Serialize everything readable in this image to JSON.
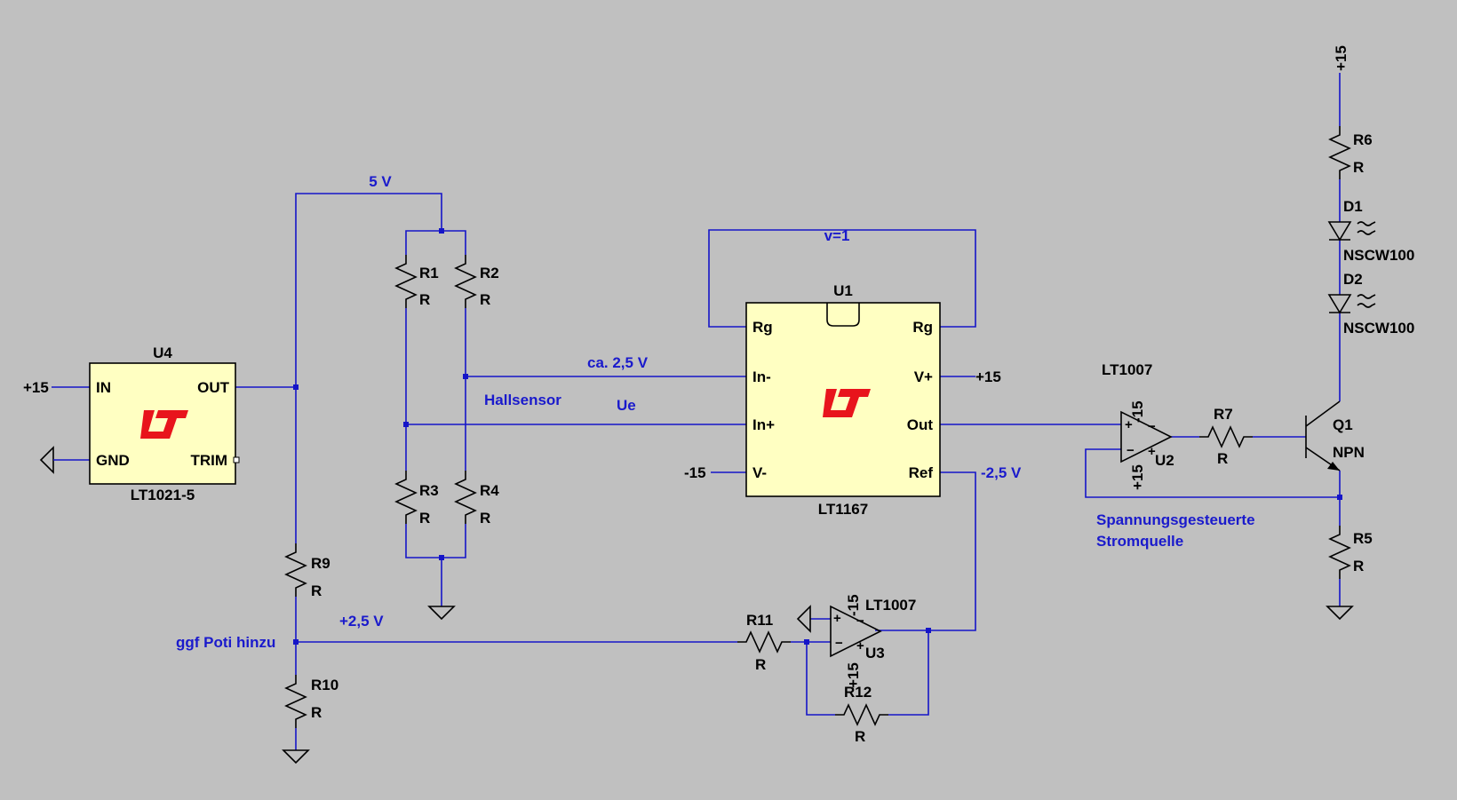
{
  "components": {
    "U4": {
      "ref": "U4",
      "part": "LT1021-5",
      "pin_in": "IN",
      "pin_out": "OUT",
      "pin_gnd": "GND",
      "pin_trim": "TRIM",
      "supply": "+15"
    },
    "U1": {
      "ref": "U1",
      "part": "LT1167",
      "pin_rg1": "Rg",
      "pin_rg2": "Rg",
      "pin_inm": "In-",
      "pin_inp": "In+",
      "pin_vm": "V-",
      "pin_vp": "V+",
      "pin_out": "Out",
      "pin_ref": "Ref",
      "vplus": "+15",
      "vminus": "-15"
    },
    "U2": {
      "ref": "U2",
      "part": "LT1007",
      "vneg": "-15",
      "vpos": "+15"
    },
    "U3": {
      "ref": "U3",
      "part": "LT1007",
      "vneg": "-15",
      "vpos": "+15"
    },
    "Q1": {
      "ref": "Q1",
      "part": "NPN"
    },
    "D1": {
      "ref": "D1",
      "part": "NSCW100"
    },
    "D2": {
      "ref": "D2",
      "part": "NSCW100"
    },
    "R1": {
      "ref": "R1",
      "value": "R"
    },
    "R2": {
      "ref": "R2",
      "value": "R"
    },
    "R3": {
      "ref": "R3",
      "value": "R"
    },
    "R4": {
      "ref": "R4",
      "value": "R"
    },
    "R5": {
      "ref": "R5",
      "value": "R"
    },
    "R6": {
      "ref": "R6",
      "value": "R"
    },
    "R7": {
      "ref": "R7",
      "value": "R"
    },
    "R9": {
      "ref": "R9",
      "value": "R"
    },
    "R10": {
      "ref": "R10",
      "value": "R"
    },
    "R11": {
      "ref": "R11",
      "value": "R"
    },
    "R12": {
      "ref": "R12",
      "value": "R"
    }
  },
  "supplies": {
    "led_supply": "+15"
  },
  "net_labels": {
    "five_v": "5 V",
    "bridge_out": "ca. 2,5 V",
    "hall": "Hallsensor",
    "ue": "Ue",
    "gain": "v=1",
    "ref_v": "-2,5 V",
    "plus_half": "+2,5 V",
    "poti": "ggf Poti hinzu",
    "source_line1": "Spannungsgesteuerte",
    "source_line2": "Stromquelle"
  },
  "colors": {
    "background": "#c0c0c0",
    "wire": "#1515c8",
    "ic_body": "#ffffc2",
    "logo": "#e8141c"
  }
}
